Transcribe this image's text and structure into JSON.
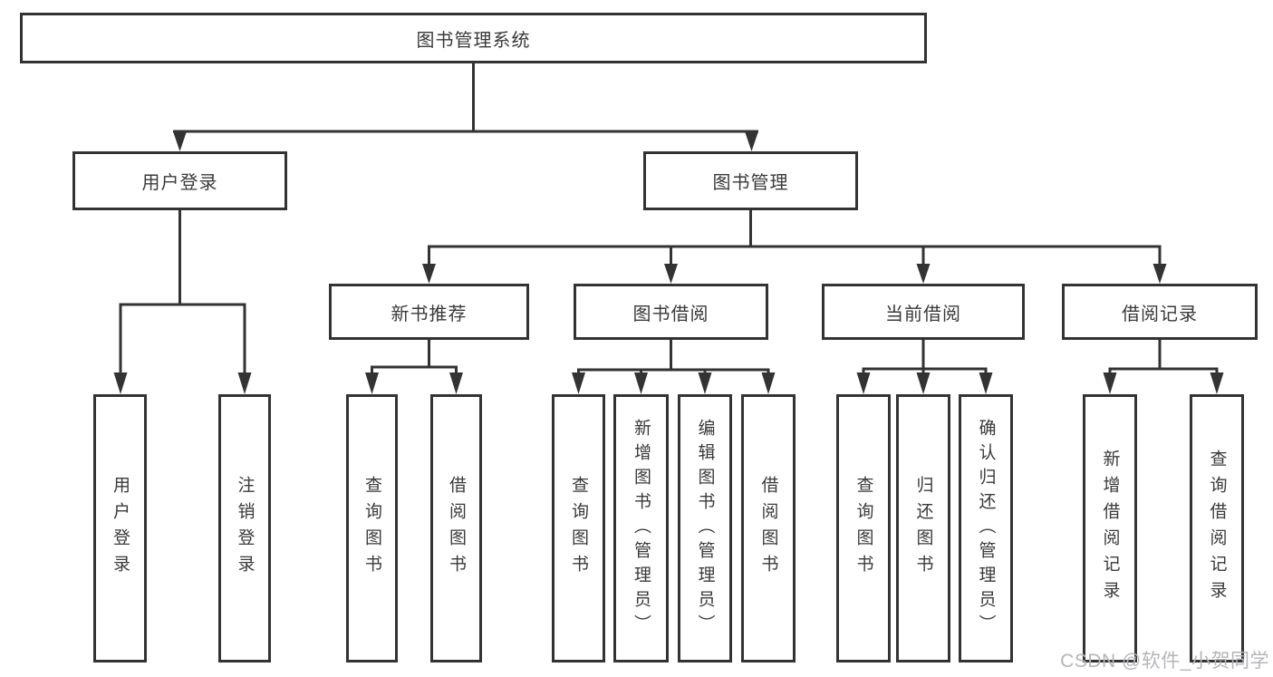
{
  "nodes": {
    "root": "图书管理系统",
    "user_login": "用户登录",
    "book_management": "图书管理",
    "new_book_recommend": "新书推荐",
    "book_borrow": "图书借阅",
    "current_borrow": "当前借阅",
    "borrow_records": "借阅记录",
    "leaf_user_login": "用户登录",
    "leaf_logout": "注销登录",
    "leaf_nb_query": "查询图书",
    "leaf_nb_borrow": "借阅图书",
    "leaf_bb_query": "查询图书",
    "leaf_bb_add": "新增图书（管理员）",
    "leaf_bb_edit": "编辑图书（管理员）",
    "leaf_bb_borrow": "借阅图书",
    "leaf_cb_query": "查询图书",
    "leaf_cb_return": "归还图书",
    "leaf_cb_confirm": "确认归还（管理员）",
    "leaf_br_add": "新增借阅记录",
    "leaf_br_query": "查询借阅记录"
  },
  "structure": {
    "图书管理系统": {
      "用户登录": [
        "用户登录",
        "注销登录"
      ],
      "图书管理": {
        "新书推荐": [
          "查询图书",
          "借阅图书"
        ],
        "图书借阅": [
          "查询图书",
          "新增图书（管理员）",
          "编辑图书（管理员）",
          "借阅图书"
        ],
        "当前借阅": [
          "查询图书",
          "归还图书",
          "确认归还（管理员）"
        ],
        "借阅记录": [
          "新增借阅记录",
          "查询借阅记录"
        ]
      }
    }
  },
  "watermark": "CSDN @软件_小贺同学",
  "colors": {
    "line": "#333333",
    "text": "#3a3a3a",
    "watermark": "#b5b5ba",
    "background": "#ffffff"
  }
}
